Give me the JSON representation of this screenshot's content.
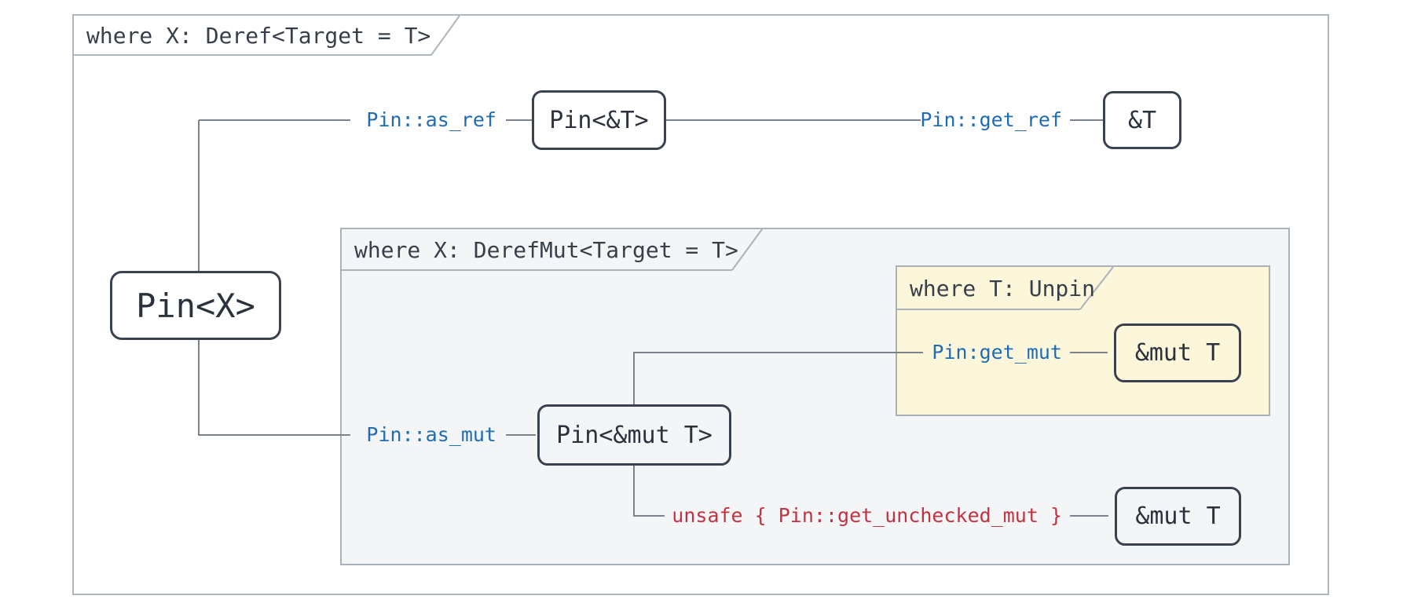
{
  "diagram": {
    "groups": {
      "deref": {
        "label": "where X: Deref<Target = T>"
      },
      "derefmut": {
        "label": "where X: DerefMut<Target = T>"
      },
      "unpin": {
        "label": "where T: Unpin"
      }
    },
    "nodes": {
      "pin_x": {
        "label": "Pin<X>"
      },
      "pin_ref_t": {
        "label": "Pin<&T>"
      },
      "ref_t": {
        "label": "&T"
      },
      "pin_mut_t": {
        "label": "Pin<&mut T>"
      },
      "mut_t_unpin": {
        "label": "&mut T"
      },
      "mut_t_unchecked": {
        "label": "&mut T"
      }
    },
    "edges": {
      "as_ref": {
        "label": "Pin::as_ref"
      },
      "get_ref": {
        "label": "Pin::get_ref"
      },
      "as_mut": {
        "label": "Pin::as_mut"
      },
      "get_mut": {
        "label": "Pin:get_mut"
      },
      "get_unchecked_mut": {
        "label": "unsafe { Pin::get_unchecked_mut }"
      }
    },
    "colors": {
      "method_blue": "#1f6cb4",
      "unsafe_red": "#c13340",
      "unpin_bg": "#fcf6da",
      "derefmut_bg": "#f4f5f7",
      "group_border": "#a9b2bb",
      "outer_border": "#aeb7c0",
      "node_border": "#3a4250",
      "node_text": "#2b323d",
      "tab_text": "#373f4a",
      "connector": "#7b828a",
      "page_bg": "#ffffff"
    }
  }
}
